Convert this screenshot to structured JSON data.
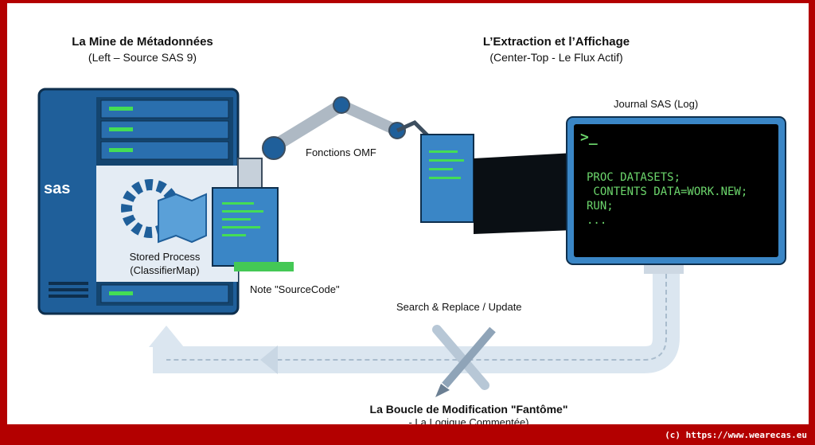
{
  "left": {
    "title": "La Mine de Métadonnées",
    "subtitle": "(Left – Source SAS 9)",
    "logo": "sas",
    "process_label": "Stored Process",
    "process_sub": "(ClassifierMap)",
    "note_label": "Note \"SourceCode\""
  },
  "center": {
    "title": "L’Extraction et l’Affichage",
    "subtitle": "(Center-Top - Le Flux Actif)",
    "arm_label": "Fonctions OMF"
  },
  "right": {
    "log_title": "Journal SAS (Log)",
    "prompt": ">_",
    "code_lines": [
      "PROC DATASETS;",
      " CONTENTS DATA=WORK.NEW;",
      "RUN;",
      "..."
    ]
  },
  "loop": {
    "action_label": "Search & Replace / Update",
    "title": "La Boucle de Modification \"Fantôme\"",
    "subtitle": "- La Logique Commentée)"
  },
  "footer": {
    "copyright": "(c) https://www.wearecas.eu"
  },
  "colors": {
    "frame": "#b30000",
    "server": "#1f5f9a",
    "code_green": "#6cd66c",
    "loop": "#dbe6f0"
  }
}
